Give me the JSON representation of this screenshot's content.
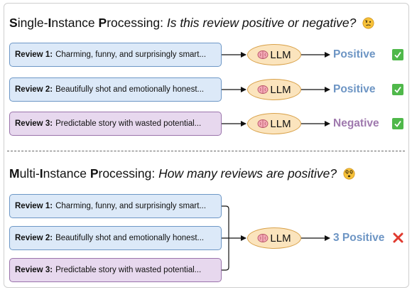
{
  "single": {
    "title_parts": [
      "S",
      "ingle-",
      "I",
      "nstance ",
      "P",
      "rocessing: "
    ],
    "question": "Is this review positive or negative?",
    "emoji": "confused-face"
  },
  "multi": {
    "title_parts": [
      "M",
      "ulti-",
      "I",
      "nstance ",
      "P",
      "rocessing: "
    ],
    "question": "How many reviews are positive?",
    "emoji": "dizzy-face"
  },
  "reviews": [
    {
      "label": "Review 1:",
      "text": "Charming, funny, and surprisingly smart..."
    },
    {
      "label": "Review 2:",
      "text": "Beautifully shot and emotionally honest..."
    },
    {
      "label": "Review 3:",
      "text": "Predictable story with wasted potential..."
    }
  ],
  "llm_label": "LLM",
  "single_outputs": [
    {
      "text": "Positive",
      "status": "correct"
    },
    {
      "text": "Positive",
      "status": "correct"
    },
    {
      "text": "Negative",
      "status": "correct"
    }
  ],
  "multi_output": {
    "text": "3 Positive",
    "status": "wrong"
  },
  "colors": {
    "positive": "#6d95c4",
    "negative": "#9f79ae",
    "review_blue_fill": "#dce9f8",
    "review_purple_fill": "#e7d8ee",
    "llm_fill": "#fbe4bd",
    "check_green": "#4fb84a",
    "cross_red": "#e03a2f"
  }
}
